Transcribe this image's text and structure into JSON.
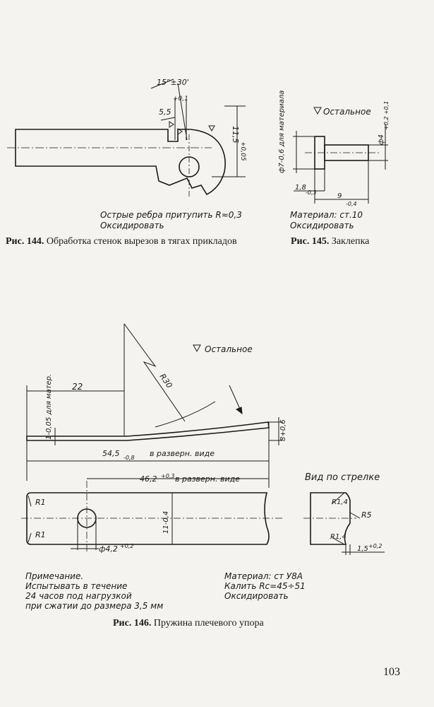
{
  "fig144": {
    "dims": {
      "angle": "15°±30'",
      "offset": "5,5",
      "offset_tol": "+0,1",
      "width": "11,5",
      "width_tol": "+0,05"
    },
    "note_line1": "Острые ребра притупить R≈0,3",
    "note_line2": "Оксидировать",
    "caption_num": "Рис. 144.",
    "caption_text": "Обработка стенок вырезов в тягах прикладов"
  },
  "fig145": {
    "roughness": "Остальное",
    "dims": {
      "dia_mat": "ф7-0,6 для материала",
      "dia_pin": "ф4",
      "dia_pin_tol": "+0,2 +0,1",
      "head_len": "1,8",
      "head_tol": "-0,3",
      "len": "9",
      "len_tol": "-0,4"
    },
    "note_line1": "Материал: ст.10",
    "note_line2": "Оксидировать",
    "caption_num": "Рис. 145.",
    "caption_text": "Заклепка"
  },
  "fig146": {
    "roughness": "Остальное",
    "dims": {
      "d22": "22",
      "thick": "1-0,05 для матер.",
      "radius": "R30",
      "rise": "8+0,6",
      "dev_len": "54,5",
      "dev_len_tol": "-0,8",
      "dev_len_label": "в разверн. виде",
      "hole_pos": "46,2",
      "hole_pos_tol": "+0,3",
      "hole_pos_label": "в разверн. виде",
      "r1_top": "R1",
      "r1_bot": "R1",
      "width": "11-0,4",
      "hole_dia": "ф4,2",
      "hole_dia_tol": "+0,2",
      "view_r14_top": "R1,4",
      "view_r5": "R5",
      "view_r14_bot": "R1,4",
      "view_w": "1,5",
      "view_w_tol": "+0,2"
    },
    "view_title": "Вид по стрелке",
    "note_title": "Примечание.",
    "note_lines": [
      "Испытывать в течение",
      "24 часов под нагрузкой",
      "при сжатии до размера 3,5 мм"
    ],
    "material_lines": [
      "Материал: ст У8А",
      "Калить Rc=45÷51",
      "Оксидировать"
    ],
    "caption_num": "Рис. 146.",
    "caption_text": "Пружина плечевого упора"
  },
  "page_number": "103"
}
